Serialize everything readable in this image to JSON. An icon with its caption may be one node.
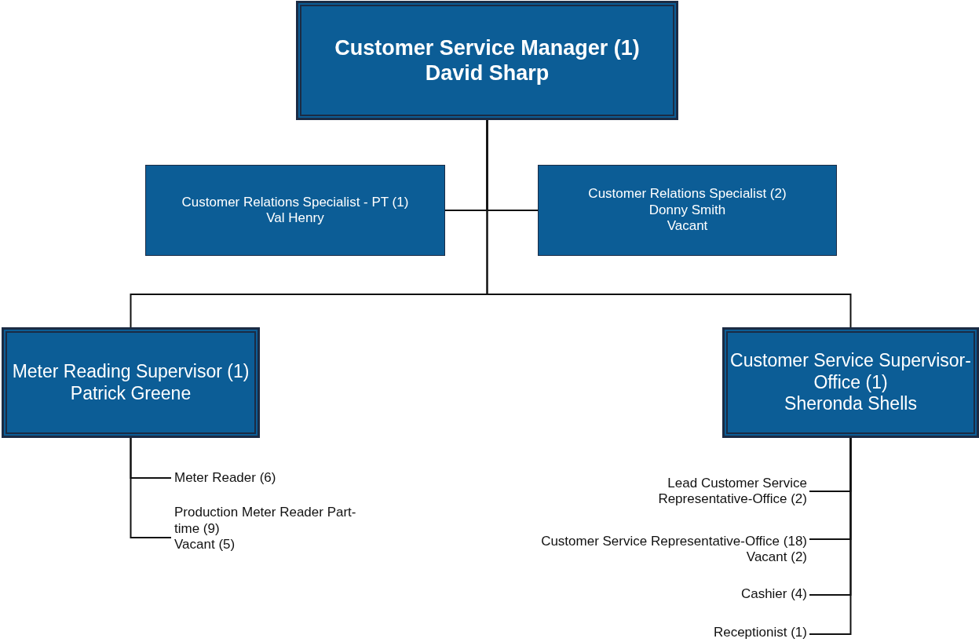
{
  "diagram": {
    "nodes": [
      {
        "text": [
          "Customer Service Manager (1)",
          "David Sharp"
        ]
      },
      {
        "text": [
          "Customer Relations Specialist - PT (1)",
          "Val Henry"
        ]
      },
      {
        "text": [
          "Customer Relations Specialist (2)",
          "Donny Smith",
          "Vacant"
        ]
      },
      {
        "text": [
          "Meter Reading Supervisor (1)",
          "Patrick Greene"
        ]
      },
      {
        "text": [
          "Customer Service Supervisor-Office (1)",
          "Sheronda Shells"
        ]
      },
      {
        "text": [
          "Meter Reader (6)"
        ]
      },
      {
        "text": [
          "Production Meter Reader Part-time (9)",
          "Vacant (5)"
        ]
      },
      {
        "text": [
          "Lead Customer Service Representative-Office (2)"
        ]
      },
      {
        "text": [
          "Customer Service Representative-Office (18)",
          "Vacant (2)"
        ]
      },
      {
        "text": [
          "Cashier (4)"
        ]
      },
      {
        "text": [
          "Receptionist (1)"
        ]
      }
    ],
    "edges": [
      {
        "from": 0,
        "to": 1,
        "arrow": "none"
      },
      {
        "from": 0,
        "to": 2,
        "arrow": "none"
      },
      {
        "from": 0,
        "to": 3,
        "arrow": "none"
      },
      {
        "from": 0,
        "to": 4,
        "arrow": "none"
      },
      {
        "from": 3,
        "to": 5,
        "arrow": "none"
      },
      {
        "from": 3,
        "to": 6,
        "arrow": "none"
      },
      {
        "from": 4,
        "to": 7,
        "arrow": "none"
      },
      {
        "from": 4,
        "to": 8,
        "arrow": "none"
      },
      {
        "from": 4,
        "to": 9,
        "arrow": "none"
      },
      {
        "from": 4,
        "to": 10,
        "arrow": "none"
      }
    ]
  }
}
